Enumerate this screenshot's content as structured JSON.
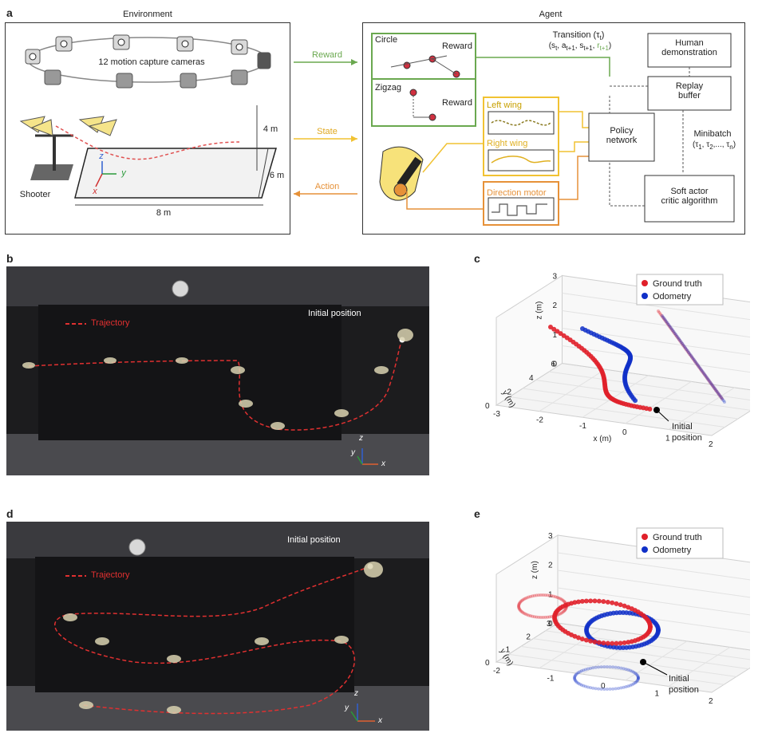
{
  "panel_a": {
    "letter": "a",
    "environment_title": "Environment",
    "agent_title": "Agent",
    "cameras_label": "12 motion capture cameras",
    "dim_height": "4 m",
    "dim_width": "6 m",
    "dim_length": "8 m",
    "shooter_label": "Shooter",
    "axis_z": "z",
    "axis_y": "y",
    "axis_x": "x",
    "reward_arrow": "Reward",
    "state_arrow": "State",
    "action_arrow": "Action",
    "circle_label": "Circle",
    "zigzag_label": "Zigzag",
    "reward_label": "Reward",
    "left_wing": "Left wing",
    "right_wing": "Right wing",
    "direction_motor": "Direction motor",
    "transition_label": "Transition (τ",
    "transition_sub": "t",
    "transition_close": ")",
    "transition_tuple": "(s",
    "policy_network": [
      "Policy",
      "network"
    ],
    "human_demo": [
      "Human",
      "demonstration"
    ],
    "replay_buffer": [
      "Replay",
      "buffer"
    ],
    "minibatch": "Minibatch",
    "minibatch_tuple": "(τ",
    "sac": [
      "Soft actor",
      "critic algorithm"
    ],
    "colors": {
      "green": "#6aa84f",
      "orange": "#e69138",
      "yellow": "#f1c232",
      "red_dash": "#e05050",
      "dark": "#333333"
    }
  },
  "panel_b": {
    "letter": "b",
    "trajectory": "Trajectory",
    "initial_position": "Initial position",
    "axis_z": "z",
    "axis_y": "y",
    "axis_x": "x"
  },
  "panel_d": {
    "letter": "d",
    "trajectory": "Trajectory",
    "initial_position": "Initial position",
    "axis_z": "z",
    "axis_y": "y",
    "axis_x": "x"
  },
  "chart_data": [
    {
      "type": "scatter",
      "panel": "c",
      "title": "",
      "xlabel": "x (m)",
      "ylabel": "y (m)",
      "zlabel": "z (m)",
      "x_ticks": [
        "-3",
        "-2",
        "-1",
        "0",
        "1",
        "2"
      ],
      "y_ticks": [
        "0",
        "2",
        "4",
        "6"
      ],
      "z_ticks": [
        "0",
        "1",
        "2",
        "3"
      ],
      "legend": [
        "Ground truth",
        "Odometry"
      ],
      "legend_colors": [
        "#e0202a",
        "#1030c8"
      ],
      "annotation": [
        "Initial",
        "position"
      ],
      "grid": true
    },
    {
      "type": "scatter",
      "panel": "e",
      "title": "",
      "xlabel": "",
      "ylabel": "y (m)",
      "zlabel": "z (m)",
      "x_ticks": [
        "-2",
        "-1",
        "0",
        "1",
        "2"
      ],
      "y_ticks": [
        "0",
        "1",
        "2",
        "3"
      ],
      "z_ticks": [
        "0",
        "1",
        "2",
        "3"
      ],
      "legend": [
        "Ground truth",
        "Odometry"
      ],
      "legend_colors": [
        "#e0202a",
        "#1030c8"
      ],
      "annotation": [
        "Initial",
        "position"
      ],
      "grid": true
    }
  ],
  "panel_c_letter": "c",
  "panel_e_letter": "e"
}
